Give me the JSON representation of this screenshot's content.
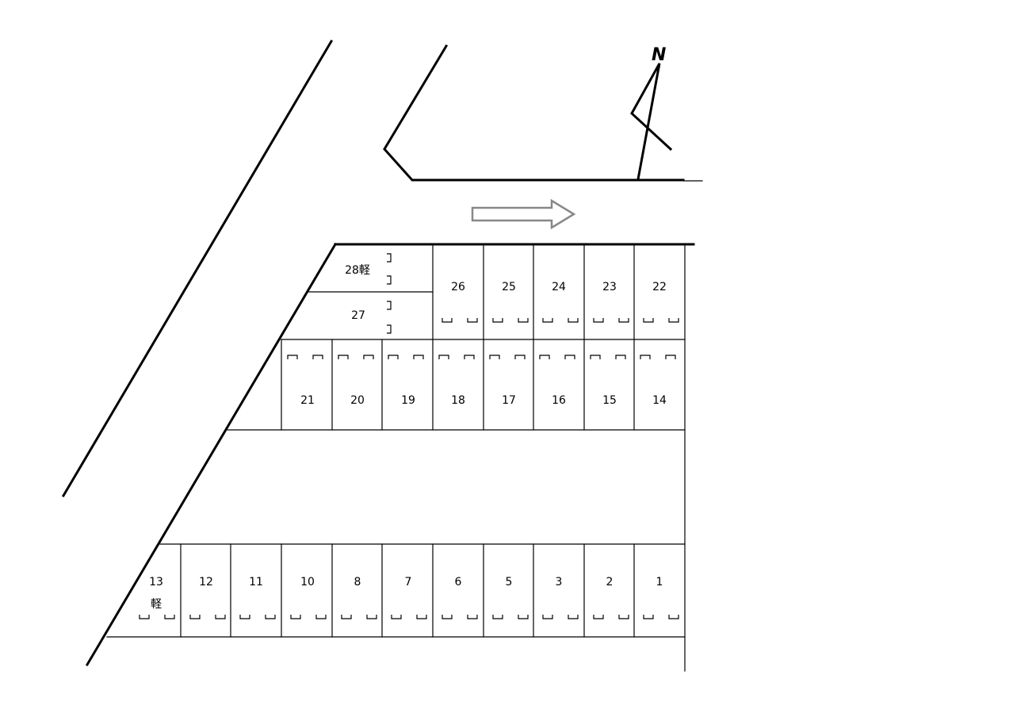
{
  "compass": {
    "label": "N"
  },
  "top_row": [
    "26",
    "25",
    "24",
    "23",
    "22"
  ],
  "middle_row": [
    "21",
    "20",
    "19",
    "18",
    "17",
    "16",
    "15",
    "14"
  ],
  "bottom_row": [
    "12",
    "11",
    "10",
    "8",
    "7",
    "6",
    "5",
    "3",
    "2",
    "1"
  ],
  "space_27": "27",
  "space_28": "28軽",
  "space_13": {
    "number": "13",
    "note": "軽"
  },
  "colors": {
    "line": "#000000",
    "arrow": "#888888",
    "background": "#ffffff"
  },
  "icons": [
    "north-arrow-icon",
    "traffic-direction-arrow-icon"
  ]
}
